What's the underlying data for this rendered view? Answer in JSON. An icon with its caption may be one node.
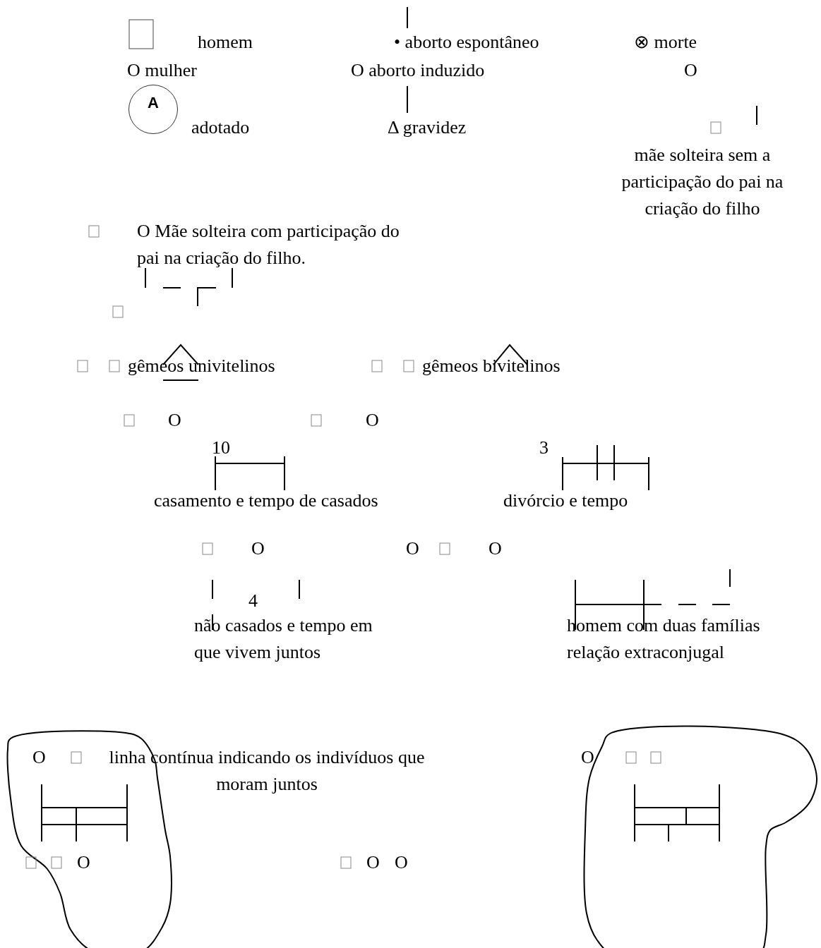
{
  "diagram": {
    "nodes": [
      {
        "text": [
          "A"
        ],
        "beside": [
          "adotado"
        ]
      }
    ],
    "labels": [
      "homem",
      "• aborto espontâneo",
      "⊗ morte",
      "O mulher",
      "O aborto induzido",
      "O",
      "Δ gravidez",
      "mãe solteira sem a participação do pai na criação do filho",
      "O Mãe solteira com participação do pai na criação do filho.",
      "gêmeos univitelinos",
      "gêmeos bivitelinos",
      "O",
      "O",
      "10",
      "casamento e tempo de casados",
      "3",
      "divórcio e tempo",
      "O",
      "O",
      "O",
      "4",
      "não casados e tempo em que vivem juntos",
      "homem com duas famílias relação extraconjugal",
      "O",
      "linha contínua indicando os indivíduos que moram juntos",
      "O",
      "O",
      "O",
      "O"
    ]
  }
}
